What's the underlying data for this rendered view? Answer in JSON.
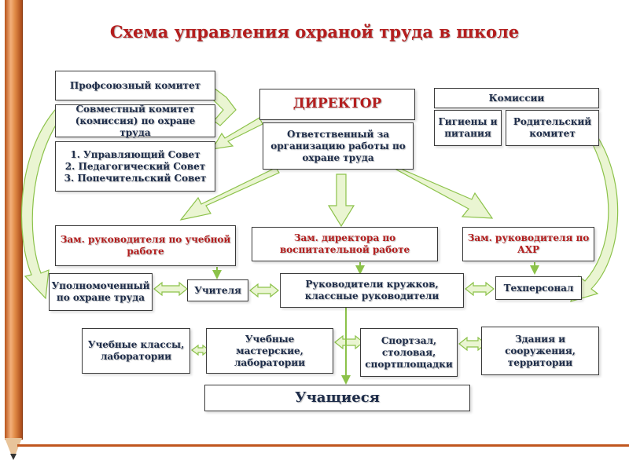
{
  "title": "Схема управления охраной труда в школе",
  "boxes": {
    "trade_union": "Профсоюзный комитет",
    "joint_committee": "Совместный комитет (комиссия) по охране труда",
    "councils": [
      "1. Управляющий Совет",
      "2. Педагогический Совет",
      "3. Попечительский Совет"
    ],
    "director": "ДИРЕКТОР",
    "responsible": "Ответственный за организацию работы по охране труда",
    "commissions": "Комиссии",
    "hygiene": "Гигиены и питания",
    "parent_committee": "Родительский комитет",
    "deputy_study": "Зам. руководителя по учебной работе",
    "deputy_education": "Зам. директора по воспитательной работе",
    "deputy_admin": "Зам. руководителя по АХР",
    "authorized": "Уполномоченный по охране труда",
    "teachers": "Учителя",
    "club_leaders": "Руководители кружков, классные руководители",
    "tech_staff": "Техперсонал",
    "classrooms": "Учебные классы, лаборатории",
    "workshops": "Учебные мастерские, лаборатории",
    "sports": "Спортзал, столовая, спортплощадки",
    "buildings": "Здания и сооружения, территории",
    "students": "Учащиеся"
  },
  "colors": {
    "title": "#b41e1e",
    "text": "#1e2d4a",
    "arrow_fill": "#eaf5d2",
    "arrow_stroke": "#8cc24a"
  }
}
